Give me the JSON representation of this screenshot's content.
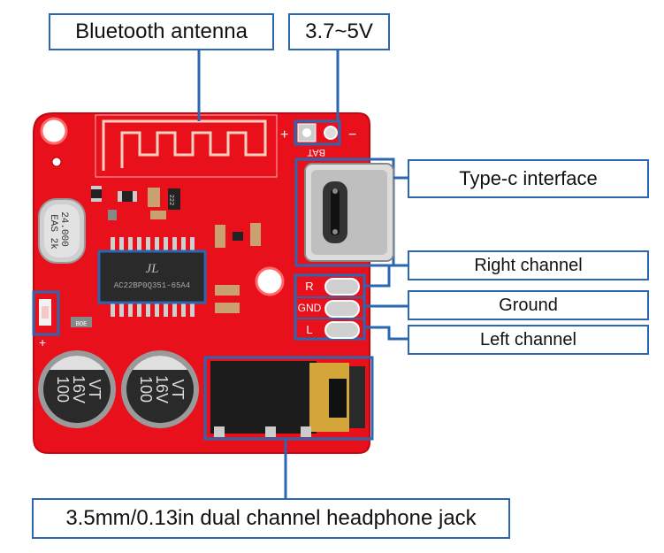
{
  "labels": {
    "bluetooth_antenna": "Bluetooth antenna",
    "voltage": "3.7~5V",
    "type_c": "Type-c interface",
    "right_channel": "Right channel",
    "ground": "Ground",
    "left_channel": "Left channel",
    "headphone_jack": "3.5mm/0.13in dual channel headphone jack"
  },
  "board": {
    "bat_label": "BAT",
    "plus": "+",
    "minus": "−",
    "pad_r": "R",
    "pad_gnd": "GND",
    "pad_l": "L",
    "crystal_line1": "24.000",
    "crystal_line2": "EAS 2k",
    "chip_logo": "JL",
    "chip_code": "AC22BP0Q351-65A4",
    "cap_left_lines": [
      "100",
      "16V",
      "VT"
    ],
    "cap_right_lines": [
      "100",
      "16V",
      "VT"
    ],
    "led_label": "+",
    "smd_code": "222",
    "r_code": "BOE"
  },
  "colors": {
    "pcb_red": "#e8101a",
    "callout_blue": "#2b67b0",
    "silkscreen": "#ffffff"
  }
}
